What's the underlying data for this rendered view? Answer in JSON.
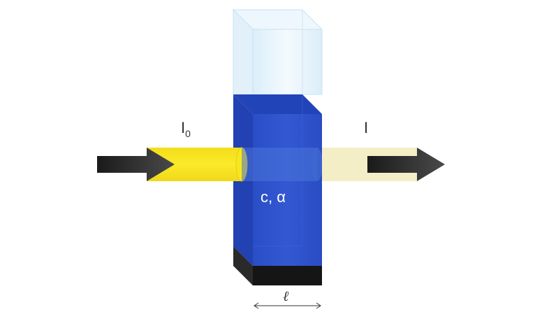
{
  "labels": {
    "incident_intensity": "I",
    "incident_subscript": "0",
    "transmitted_intensity": "I",
    "sample_properties": "c, α",
    "path_length": "ℓ"
  },
  "colors": {
    "incident_beam": "#f7e61e",
    "transmitted_beam": "#f4efc4",
    "solution": "#2b4fc9",
    "cuvette_glass": "#e3f1fb",
    "cuvette_base": "#1a1a1a",
    "arrow": "#2a2a2a"
  }
}
